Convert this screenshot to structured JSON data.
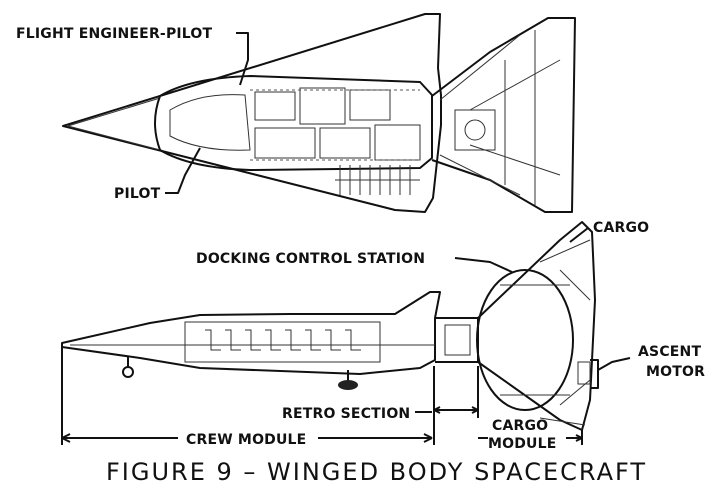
{
  "labels": {
    "flight_engineer_pilot": "FLIGHT ENGINEER-PILOT",
    "pilot": "PILOT",
    "cargo": "CARGO",
    "docking_control_station": "DOCKING CONTROL STATION",
    "ascent_line1": "ASCENT",
    "ascent_line2": "MOTOR",
    "retro_section": "RETRO SECTION",
    "cargo_module_line1": "CARGO",
    "cargo_module_line2": "MODULE",
    "crew_module": "CREW MODULE"
  },
  "caption": "FIGURE 9 – WINGED BODY SPACECRAFT"
}
